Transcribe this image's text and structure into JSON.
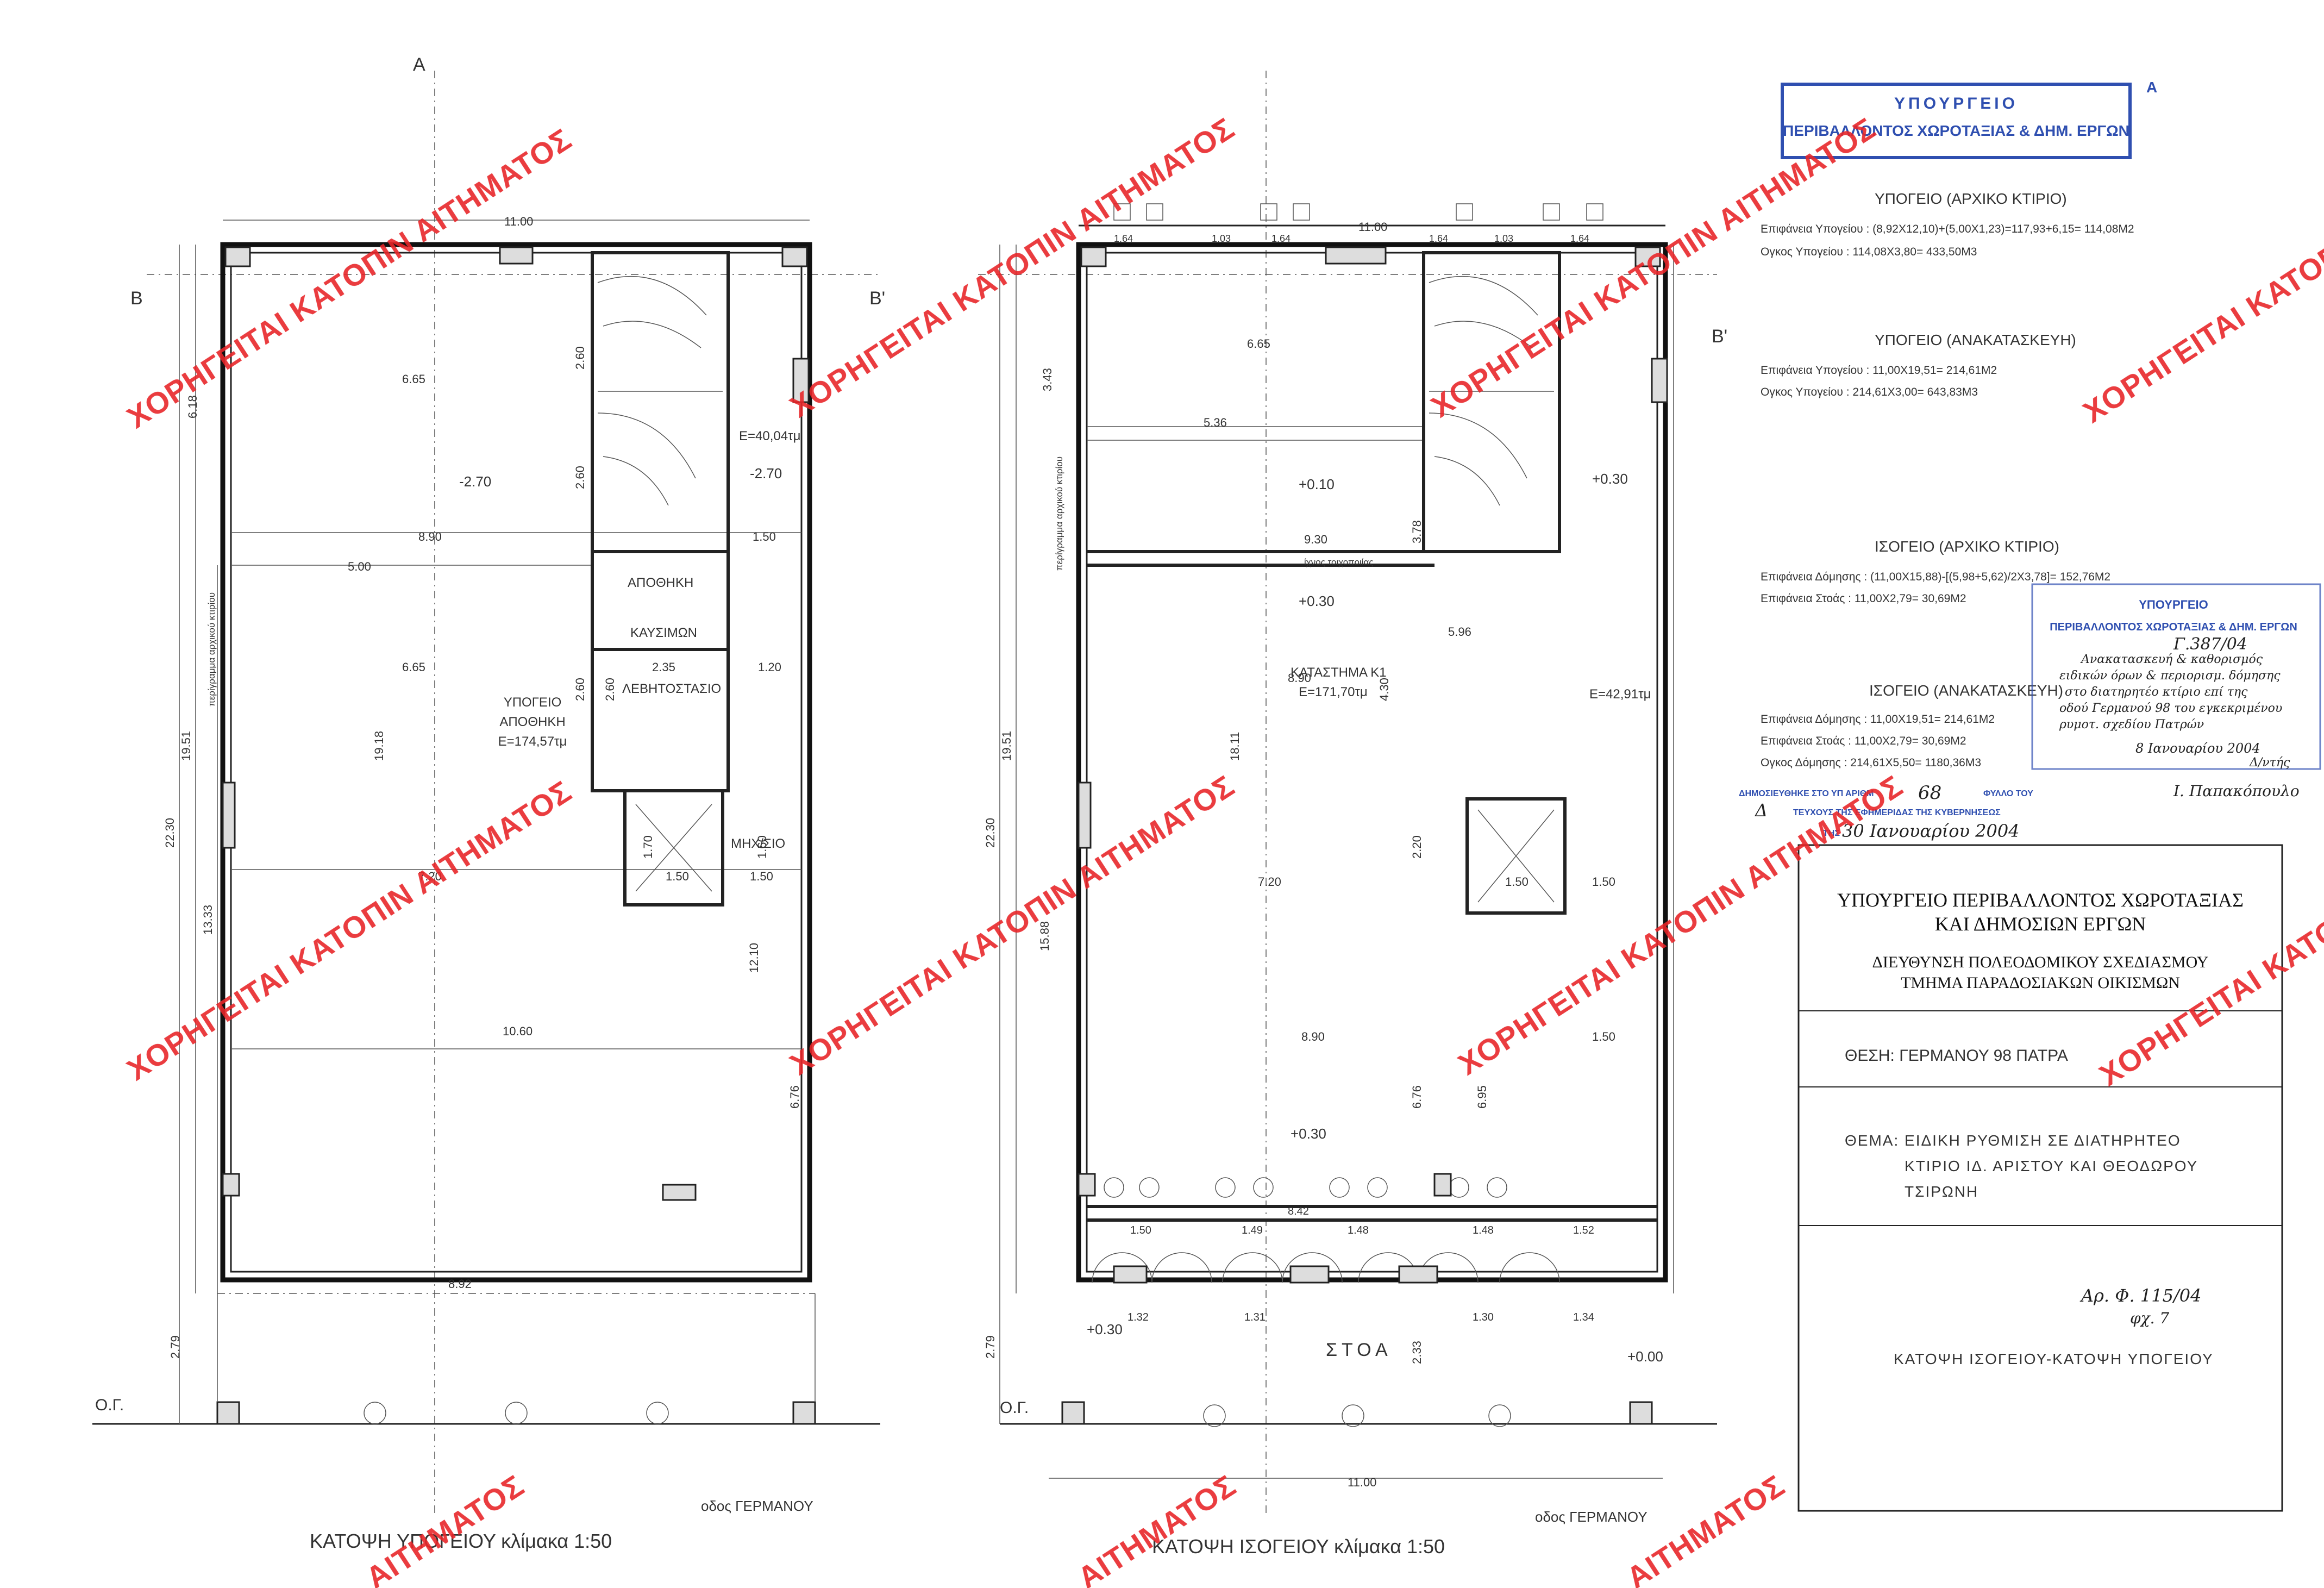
{
  "plan_basement": {
    "title": "ΚΑΤΟΨΗ ΥΠΟΓΕΙΟΥ  κλίμακα 1:50",
    "street": "οδος ΓΕΡΜΑΝΟΥ",
    "section_a": "A",
    "section_b_left": "B",
    "section_b_right": "B'",
    "og": "Ο.Γ.",
    "room_main_1": "ΥΠΟΓΕΙΟ",
    "room_main_2": "ΑΠΟΘΗΚΗ",
    "room_main_area": "Ε=174,57τμ",
    "room_storage_1": "ΑΠΟΘΗΚΗ",
    "room_storage_2": "ΚΑΥΣΙΜΩΝ",
    "room_boiler": "ΛΕΒΗΤΟΣΤΑΣΙΟ",
    "room_mech": "ΜΗΧ/ΣΙΟ",
    "area_stair": "Ε=40,04τμ",
    "level_1": "-2.70",
    "level_2": "-2.70",
    "old_building_note": "περίγραμμα αρχικού κτιρίου",
    "dims": {
      "top": "11.00",
      "d665a": "6.65",
      "d890": "8.90",
      "d150a": "1.50",
      "d500": "5.00",
      "d665b": "6.65",
      "d235": "2.35",
      "d120": "1.20",
      "d720": "7.20",
      "d150b": "1.50",
      "d150c": "1.50",
      "d1060": "10.60",
      "d892": "8.92",
      "d2230": "22.30",
      "d1951": "19.51",
      "d1918": "19.18",
      "d1333": "13.33",
      "d618": "6.18",
      "d279": "2.79",
      "d260a": "2.60",
      "d260b": "2.60",
      "d260c": "2.60",
      "d260d": "2.60",
      "d170": "1.70",
      "d1210": "12.10",
      "d676": "6.76",
      "d160": "1.60"
    }
  },
  "plan_ground": {
    "title": "ΚΑΤΟΨΗ ΙΣΟΓΕΙΟΥ  κλίμακα 1:50",
    "street": "οδος ΓΕΡΜΑΝΟΥ",
    "section_b_right": "B'",
    "og": "Ο.Γ.",
    "shop_1": "ΚΑΤΑΣΤΗΜΑ Κ1",
    "shop_area": "Ε=171,70τμ",
    "area_stair": "Ε=42,91τμ",
    "stoa": "ΣΤΟΑ",
    "old_wall_note": "ίχνος τοιχοποιίας",
    "old_building_note": "περίγραμμα αρχικού κτιρίου",
    "level_1": "+0.10",
    "level_2": "+0.30",
    "level_3": "+0.30",
    "level_4": "+0.30",
    "level_5": "+0.30",
    "level_6": "+0.00",
    "dims": {
      "top": "11.00",
      "bottom": "11.00",
      "d665": "6.65",
      "d536": "5.36",
      "d930": "9.30",
      "d596": "5.96",
      "d890a": "8.90",
      "d720": "7.20",
      "d150a": "1.50",
      "d150b": "1.50",
      "d890b": "8.90",
      "d150c": "1.50",
      "d842": "8.42",
      "d150d": "1.50",
      "d149": "1.49",
      "d148a": "1.48",
      "d148b": "1.48",
      "d152": "1.52",
      "d132": "1.32",
      "d131": "1.31",
      "d130": "1.30",
      "d134": "1.34",
      "d164a": "1.64",
      "d103a": "1.03",
      "d164b": "1.64",
      "d164c": "1.64",
      "d103b": "1.03",
      "d164d": "1.64",
      "d2230": "22.30",
      "d1951": "19.51",
      "d1811": "18.11",
      "d1588": "15.88",
      "d279": "2.79",
      "d378": "3.78",
      "d430": "4.30",
      "d220": "2.20",
      "d676": "6.76",
      "d695": "6.95",
      "d233": "2.33",
      "d343": "3.43"
    }
  },
  "stamp_top": {
    "line1": "ΥΠΟΥΡΓΕΙΟ",
    "line2": "ΠΕΡΙΒΑΛΛΟΝΤΟΣ ΧΩΡΟΤΑΞΙΑΣ & ΔΗΜ. ΕΡΓΩΝ",
    "corner_mark": "A"
  },
  "areas": {
    "s1_title": "ΥΠΟΓΕΙΟ (ΑΡΧΙΚΟ ΚΤΙΡΙΟ)",
    "s1_l1": "Επιφάνεια Υπογείου : (8,92Χ12,10)+(5,00Χ1,23)=117,93+6,15= 114,08Μ2",
    "s1_l2": "Ογκος Υπογείου : 114,08Χ3,80= 433,50Μ3",
    "s2_title": "ΥΠΟΓΕΙΟ (ΑΝΑΚΑΤΑΣΚΕΥΗ)",
    "s2_l1": "Επιφάνεια Υπογείου : 11,00Χ19,51= 214,61Μ2",
    "s2_l2": "Ογκος Υπογείου : 214,61Χ3,00= 643,83Μ3",
    "s3_title": "ΙΣΟΓΕΙΟ (ΑΡΧΙΚΟ ΚΤΙΡΙΟ)",
    "s3_l1": "Επιφάνεια Δόμησης : (11,00Χ15,88)-[(5,98+5,62)/2Χ3,78]= 152,76Μ2",
    "s3_l2": "Επιφάνεια Στοάς : 11,00Χ2,79= 30,69Μ2",
    "s4_title": "ΙΣΟΓΕΙΟ (ΑΝΑΚΑΤΑΣΚΕΥΗ)",
    "s4_l1": "Επιφάνεια Δόμησης : 11,00Χ19,51= 214,61Μ2",
    "s4_l2": "Επιφάνεια Στοάς : 11,00Χ2,79= 30,69Μ2",
    "s4_l3": "Ογκος Δόμησης : 214,61Χ5,50= 1180,36Μ3"
  },
  "approval_stamp": {
    "line1": "ΥΠΟΥΡΓΕΙΟ",
    "line2": "ΠΕΡΙΒΑΛΛΟΝΤΟΣ ΧΩΡΟΤΑΞΙΑΣ & ΔΗΜ. ΕΡΓΩΝ",
    "number": "Γ.387/04",
    "hand1": "Ανακατασκευή & καθορισμός",
    "hand2": "ειδικών όρων & περιορισμ. δόμησης",
    "hand3": "στο διατηρητέο κτίριο επί της",
    "hand4": "οδού Γερμανού 98 του εγκεκριμένου",
    "hand5": "ρυμοτ. σχεδίου Πατρών",
    "date": "8 Ιανουαρίου 2004",
    "sign": "Δ/ντής",
    "name": "Ι. Παπακόπουλο"
  },
  "gazette": {
    "line1": "ΔΗΜΟΣΙΕΥΘΗΚΕ ΣΤΟ ΥΠ ΑΡΙΘΜ",
    "number": "68",
    "line1b": "ΦΥΛΛΟ ΤΟΥ",
    "series": "Δ",
    "line2": "ΤΕΥΧΟΥΣ ΤΗΣ ΕΦΗΜΕΡΙΔΑΣ ΤΗΣ ΚΥΒΕΡΝΗΣΕΩΣ",
    "line3": "ΤΗΣ",
    "date": "30 Ιανουαρίου 2004"
  },
  "title_block": {
    "ministry1": "ΥΠΟΥΡΓΕΙΟ ΠΕΡΙΒΑΛΛΟΝΤΟΣ ΧΩΡΟΤΑΞΙΑΣ",
    "ministry2": "ΚΑΙ ΔΗΜΟΣΙΩΝ ΕΡΓΩΝ",
    "dept1": "ΔΙΕΥΘΥΝΣΗ ΠΟΛΕΟΔΟΜΙΚΟΥ ΣΧΕΔΙΑΣΜΟΥ",
    "dept2": "ΤΜΗΜΑ ΠΑΡΑΔΟΣΙΑΚΩΝ ΟΙΚΙΣΜΩΝ",
    "location": "ΘΕΣΗ: ΓΕΡΜΑΝΟΥ 98  ΠΑΤΡΑ",
    "subject1": "ΘΕΜΑ: ΕΙΔΙΚΗ ΡΥΘΜΙΣΗ ΣΕ ΔΙΑΤΗΡΗΤΕΟ",
    "subject2": "ΚΤΙΡΙΟ ΙΔ. ΑΡΙΣΤΟΥ ΚΑΙ ΘΕΟΔΩΡΟΥ",
    "subject3": "ΤΣΙΡΩΝΗ",
    "ref1": "Αρ. Φ. 115/04",
    "ref2": "φχ. 7",
    "drawing": "ΚΑΤΟΨΗ ΙΣΟΓΕΙΟΥ-ΚΑΤΟΨΗ ΥΠΟΓΕΙΟΥ"
  },
  "watermark": {
    "text": "ΧΟΡΗΓΕΙΤΑΙ ΚΑΤΟΠΙΝ ΑΙΤΗΜΑΤΟΣ",
    "text_short": "ΑΙΤΗΜΑΤΟΣ",
    "color": "#e8262a"
  },
  "colors": {
    "stamp_blue": "#2f4fb0",
    "ink": "#222222"
  }
}
